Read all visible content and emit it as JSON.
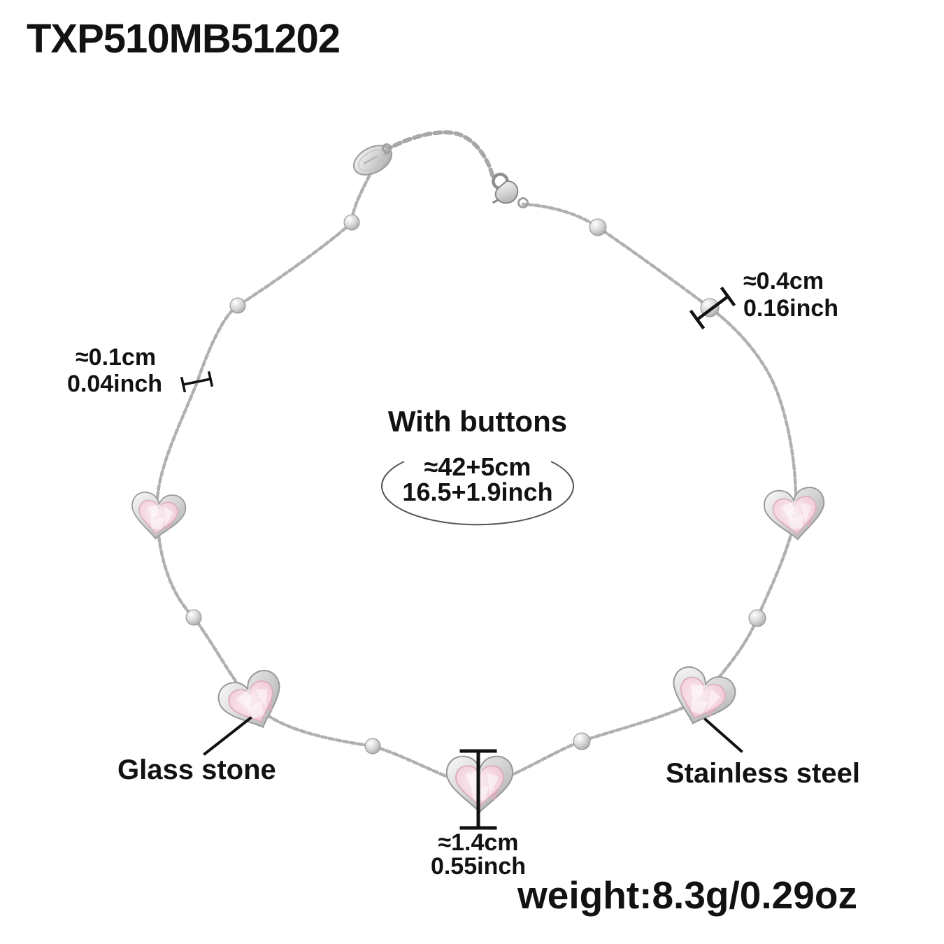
{
  "product": {
    "code": "TXP510MB51202",
    "weight_label": "weight:8.3g/0.29oz"
  },
  "annotations": {
    "bead_size": {
      "cm": "≈0.4cm",
      "inch": "0.16inch"
    },
    "link_size": {
      "cm": "≈0.1cm",
      "inch": "0.04inch"
    },
    "length": {
      "title": "With buttons",
      "cm": "≈42+5cm",
      "inch": "16.5+1.9inch"
    },
    "pendant_size": {
      "cm": "≈1.4cm",
      "inch": "0.55inch"
    },
    "stone_label": "Glass stone",
    "metal_label": "Stainless steel"
  },
  "necklace": {
    "pendant_count": 5,
    "bead_count": 8,
    "parts": [
      "cable-chain",
      "extender-chain",
      "lobster-clasp",
      "brand-tag",
      "spacer-beads",
      "heart-glass-pendants"
    ],
    "colors": {
      "background": "#ffffff",
      "text": "#121212",
      "chain": "#b0b0b0",
      "bezel_silver": "#cfcfcf",
      "stone_pink": "#f3d2de",
      "annotation_line": "#111111"
    }
  }
}
